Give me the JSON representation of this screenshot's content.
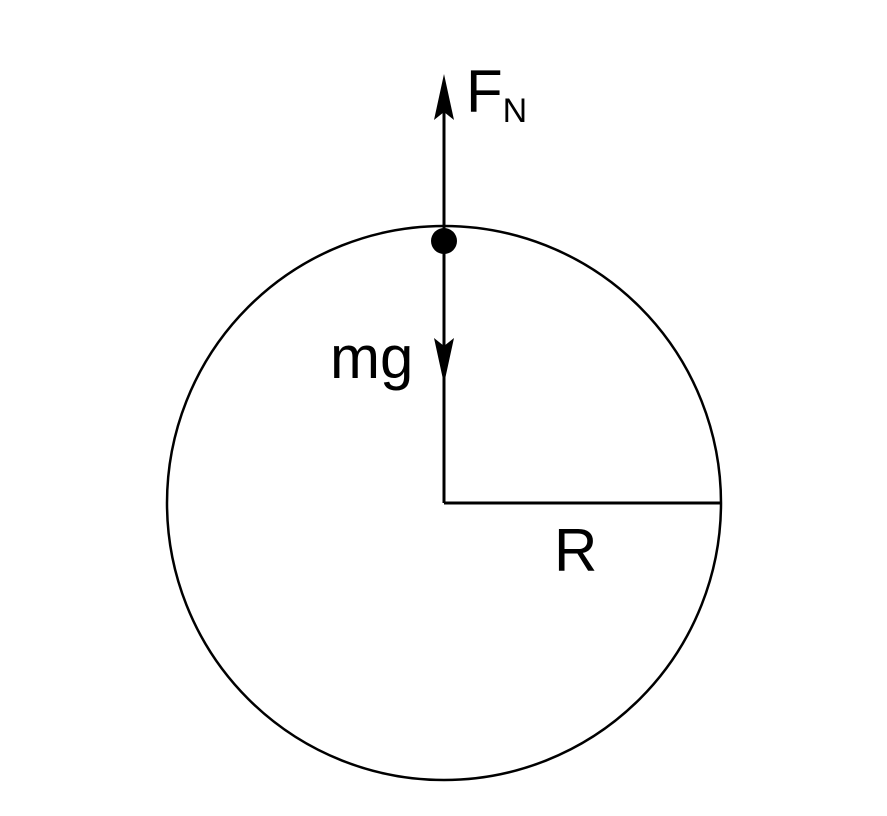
{
  "diagram": {
    "labels": {
      "normal_force_main": "F",
      "normal_force_subscript": "N",
      "weight": "mg",
      "radius": "R"
    },
    "colors": {
      "stroke": "#000000",
      "background": "#ffffff"
    }
  }
}
